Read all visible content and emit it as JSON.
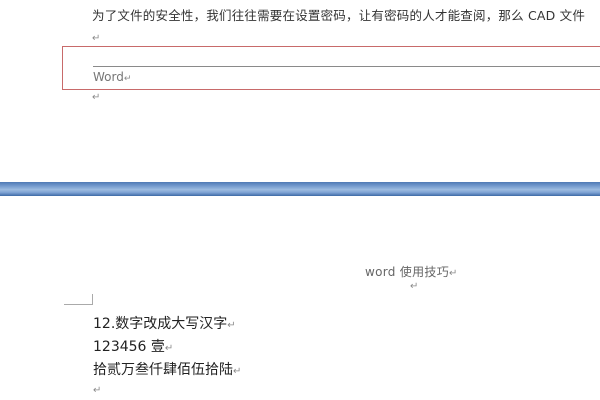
{
  "page_top": {
    "text_line": "为了文件的安全性，我们往往需要在设置密码，让有密码的人才能查阅，那么 CAD 文件",
    "footer_label": "Word"
  },
  "page_bottom": {
    "header_text": "word  使用技巧",
    "lines": [
      "12.数字改成大写汉字",
      "123456 壹",
      "拾贰万叁仟肆佰伍拾陆"
    ]
  },
  "marks": {
    "paragraph_mark": "↵"
  },
  "colors": {
    "page_gap": "#6f96cb",
    "footer_border": "#c86a6a"
  }
}
